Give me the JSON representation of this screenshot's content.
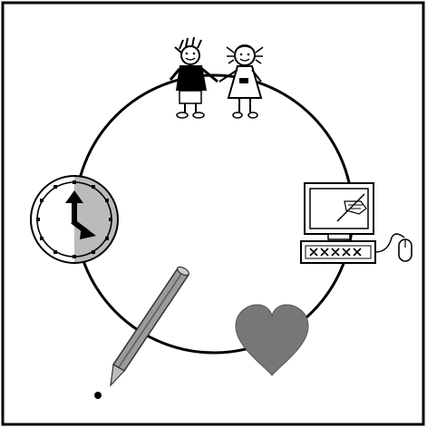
{
  "diagram": {
    "frame_color": "#000000",
    "ring_color": "#000000",
    "accent_gray": "#777777",
    "clock_face_gray": "#bbbbbb",
    "nodes": [
      {
        "id": "kids",
        "icon": "children-holding-hands-icon"
      },
      {
        "id": "computer",
        "icon": "computer-icon"
      },
      {
        "id": "heart",
        "icon": "heart-icon"
      },
      {
        "id": "pencil",
        "icon": "pencil-icon"
      },
      {
        "id": "clock",
        "icon": "clock-icon"
      }
    ]
  }
}
